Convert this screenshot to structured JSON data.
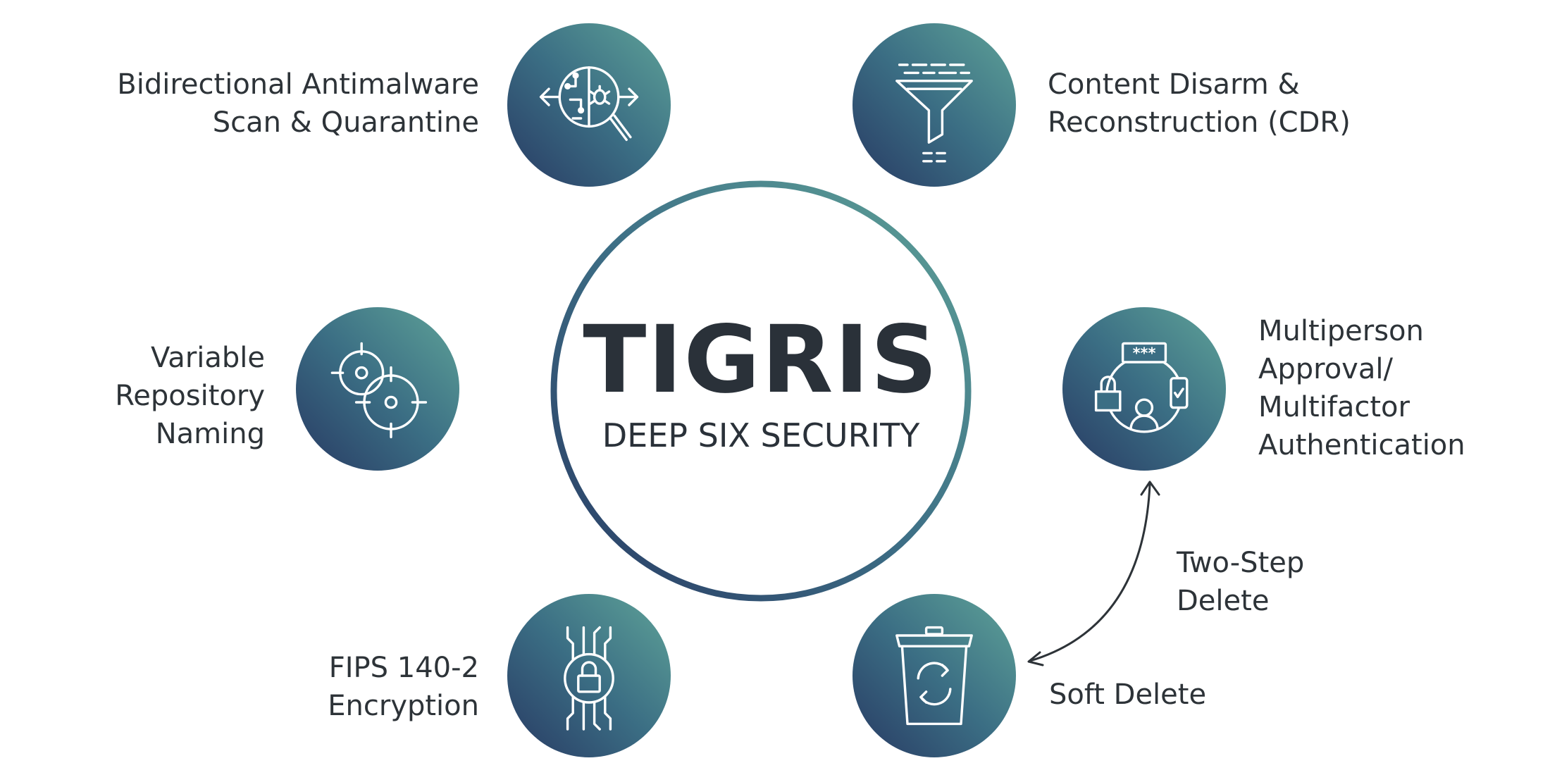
{
  "center": {
    "title": "TIGRIS",
    "subtitle": "DEEP SIX SECURITY"
  },
  "features": {
    "antimalware": {
      "lines": [
        "Bidirectional Antimalware",
        "Scan & Quarantine"
      ],
      "icon": "brain-magnifier-bug-icon"
    },
    "cdr": {
      "lines": [
        "Content Disarm &",
        "Reconstruction (CDR)"
      ],
      "icon": "filter-funnel-icon"
    },
    "naming": {
      "lines": [
        "Variable",
        "Repository",
        "Naming"
      ],
      "icon": "crosshair-targets-icon"
    },
    "mfa": {
      "lines": [
        "Multiperson",
        "Approval/",
        "Multifactor",
        "Authentication"
      ],
      "icon": "password-user-phone-icon"
    },
    "fips": {
      "lines": [
        "FIPS 140-2",
        "Encryption"
      ],
      "icon": "circuit-lock-icon"
    },
    "soft_delete": {
      "lines": [
        "Soft Delete"
      ],
      "icon": "recycle-trash-icon"
    },
    "two_step": {
      "lines": [
        "Two-Step",
        "Delete"
      ]
    }
  },
  "colors": {
    "gradient_light": "#5fa398",
    "gradient_dark": "#283a63",
    "text": "#2d3338"
  }
}
